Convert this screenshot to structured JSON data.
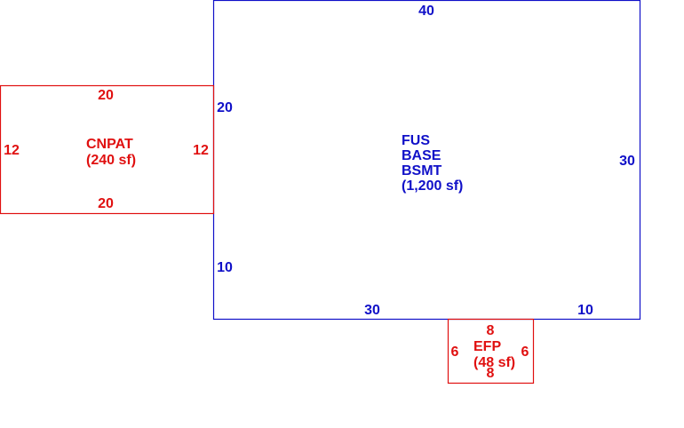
{
  "colors": {
    "main_structure": "#1010c8",
    "attachments": "#e01010",
    "background": "#ffffff"
  },
  "main": {
    "name_lines": [
      "FUS",
      "BASE",
      "BSMT"
    ],
    "area": "(1,200 sf)",
    "dims": {
      "top": "40",
      "right": "30",
      "left_upper": "20",
      "left_lower": "10",
      "bottom_left": "30",
      "bottom_right": "10"
    }
  },
  "cnpat": {
    "name": "CNPAT",
    "area": "(240 sf)",
    "dims": {
      "top": "20",
      "bottom": "20",
      "left": "12",
      "right": "12"
    }
  },
  "efp": {
    "name": "EFP",
    "area": "(48 sf)",
    "dims": {
      "top": "8",
      "bottom": "8",
      "left": "6",
      "right": "6"
    }
  }
}
